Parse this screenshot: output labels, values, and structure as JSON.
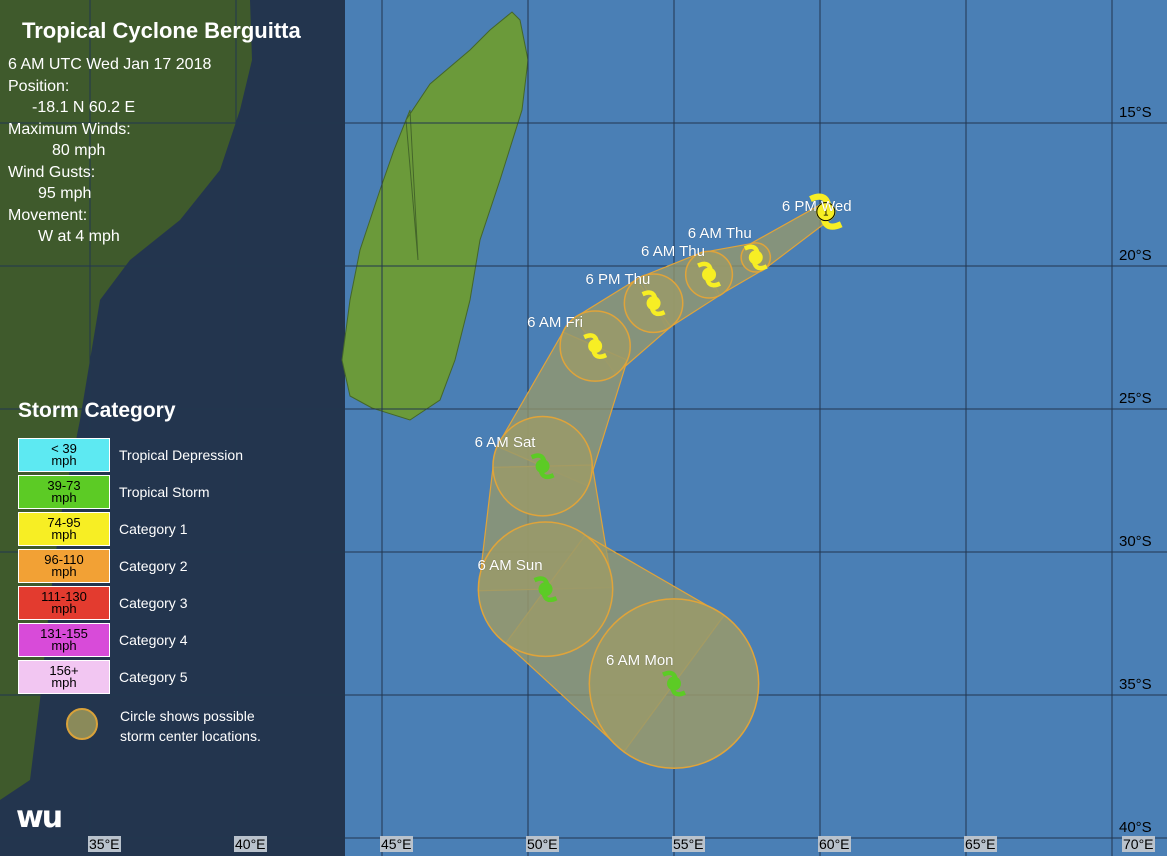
{
  "title": "Tropical Cyclone Berguitta",
  "info": {
    "time": "6 AM UTC Wed Jan 17 2018",
    "position_label": "Position:",
    "position_value": "-18.1 N 60.2 E",
    "max_winds_label": "Maximum Winds:",
    "max_winds_value": "80 mph",
    "gusts_label": "Wind Gusts:",
    "gusts_value": "95 mph",
    "movement_label": "Movement:",
    "movement_value": "W at 4 mph"
  },
  "legend": {
    "title": "Storm Category",
    "categories": [
      {
        "range": "< 39",
        "unit": "mph",
        "name": "Tropical Depression",
        "color": "#5de9f2"
      },
      {
        "range": "39-73",
        "unit": "mph",
        "name": "Tropical Storm",
        "color": "#5ccb25"
      },
      {
        "range": "74-95",
        "unit": "mph",
        "name": "Category 1",
        "color": "#f7ee24"
      },
      {
        "range": "96-110",
        "unit": "mph",
        "name": "Category 2",
        "color": "#f2a135"
      },
      {
        "range": "111-130",
        "unit": "mph",
        "name": "Category 3",
        "color": "#e33b2f"
      },
      {
        "range": "131-155",
        "unit": "mph",
        "name": "Category 4",
        "color": "#d84bd9"
      },
      {
        "range": "156+",
        "unit": "mph",
        "name": "Category 5",
        "color": "#f2c6f2"
      }
    ],
    "cone_note_line1": "Circle shows possible",
    "cone_note_line2": "storm center locations."
  },
  "logo": "wu",
  "axes": {
    "longitudes": [
      "35°E",
      "40°E",
      "45°E",
      "50°E",
      "55°E",
      "60°E",
      "65°E",
      "70°E"
    ],
    "latitudes": [
      "15°S",
      "20°S",
      "25°S",
      "30°S",
      "35°S",
      "40°S"
    ]
  },
  "track": {
    "current": {
      "label": "6 PM Wed",
      "lat": -18.1,
      "lon": 60.2,
      "category": "1",
      "color": "#f7ee24"
    },
    "forecast": [
      {
        "label": "6 AM Thu",
        "lat": -19.7,
        "lon": 57.8,
        "color": "#f7ee24",
        "radius_deg": 0.5
      },
      {
        "label": "6 AM Thu",
        "lat": -20.3,
        "lon": 56.2,
        "color": "#f7ee24",
        "radius_deg": 0.8
      },
      {
        "label": "6 PM Thu",
        "lat": -21.3,
        "lon": 54.3,
        "color": "#f7ee24",
        "radius_deg": 1.0
      },
      {
        "label": "6 AM Fri",
        "lat": -22.8,
        "lon": 52.3,
        "color": "#f7ee24",
        "radius_deg": 1.2
      },
      {
        "label": "6 AM Sat",
        "lat": -27.0,
        "lon": 50.5,
        "color": "#5ccb25",
        "radius_deg": 1.7
      },
      {
        "label": "6 AM Sun",
        "lat": -31.3,
        "lon": 50.6,
        "color": "#5ccb25",
        "radius_deg": 2.3
      },
      {
        "label": "6 AM Mon",
        "lat": -34.6,
        "lon": 55.0,
        "color": "#5ccb25",
        "radius_deg": 2.9
      }
    ]
  },
  "colors": {
    "ocean": "#4a7fb5",
    "land": "#6b9a3a",
    "panel": "#1f2f45",
    "cone_fill": "#9a9a6a",
    "cone_edge": "#e0a43a"
  }
}
